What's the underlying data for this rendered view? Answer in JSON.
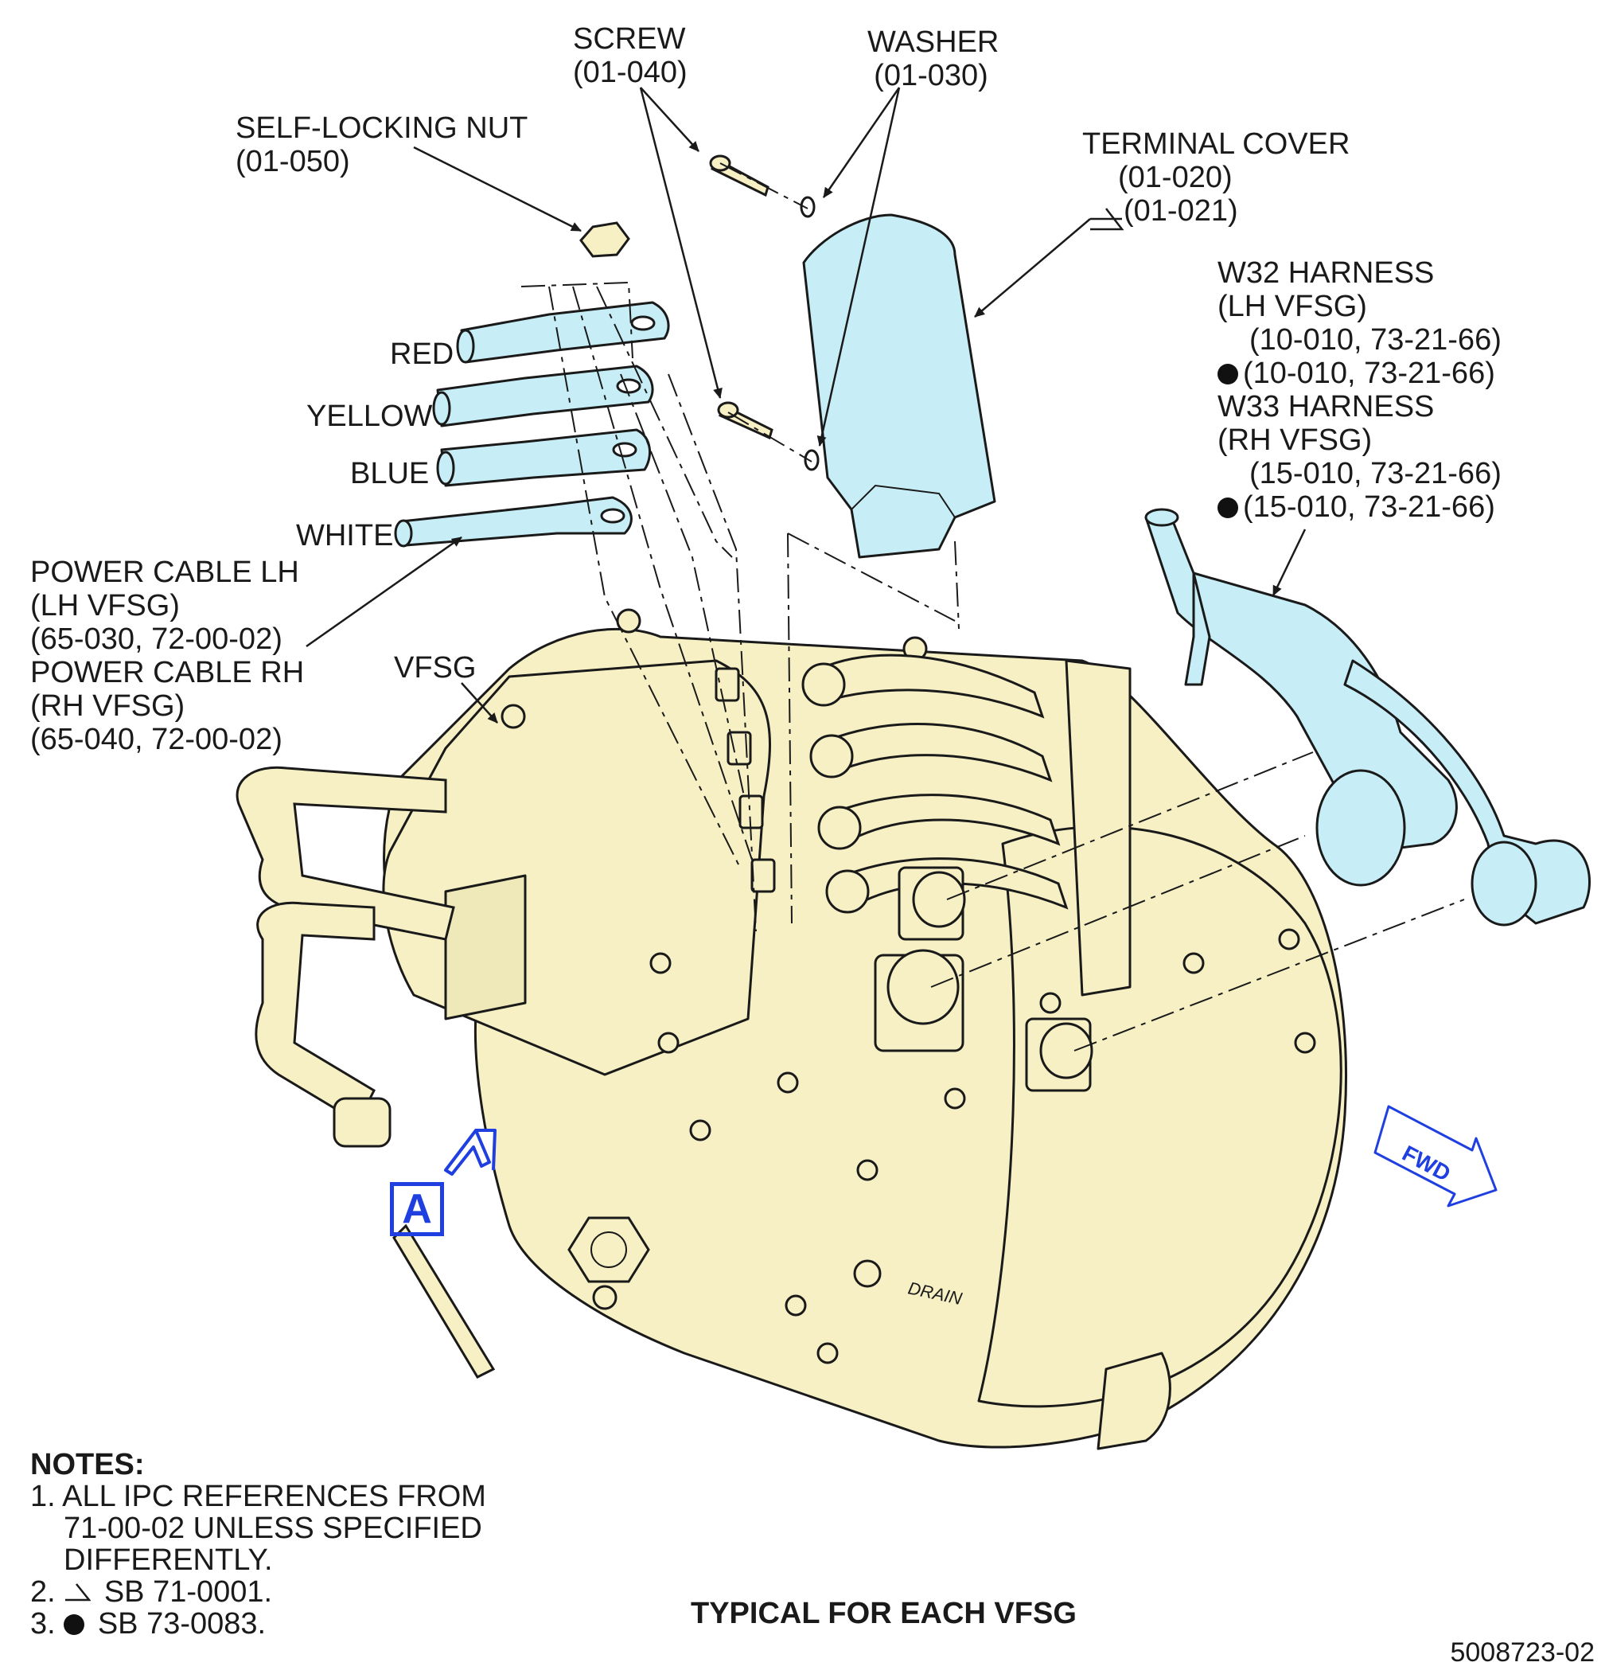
{
  "labels": {
    "screw": [
      "SCREW",
      "(01-040)"
    ],
    "washer": [
      "WASHER",
      "(01-030)"
    ],
    "self_locking_nut": [
      "SELF-LOCKING NUT",
      "(01-050)"
    ],
    "terminal_cover": [
      "TERMINAL COVER",
      "(01-020)",
      "(01-021)"
    ],
    "w32_harness": [
      "W32 HARNESS",
      "(LH VFSG)",
      "(10-010, 73-21-66)",
      "(10-010, 73-21-66)"
    ],
    "w33_harness": [
      "W33 HARNESS",
      "(RH VFSG)",
      "(15-010, 73-21-66)",
      "(15-010, 73-21-66)"
    ],
    "cables": {
      "red": "RED",
      "yellow": "YELLOW",
      "blue": "BLUE",
      "white": "WHITE"
    },
    "power_cable": [
      "POWER CABLE LH",
      "(LH VFSG)",
      "(65-030, 72-00-02)",
      "POWER CABLE RH",
      "(RH VFSG)",
      "(65-040, 72-00-02)"
    ],
    "vfsg": "VFSG",
    "view_callout": "A",
    "fwd": "FWD",
    "drain": "DRAIN"
  },
  "notes": {
    "title": "NOTES:",
    "items": [
      [
        "1. ALL IPC REFERENCES FROM",
        "71-00-02 UNLESS SPECIFIED",
        "DIFFERENTLY."
      ],
      [
        "2.",
        "SB 71-0001."
      ],
      [
        "3.",
        "SB 73-0083."
      ]
    ]
  },
  "caption": "TYPICAL FOR EACH VFSG",
  "doc_number": "5008723-02",
  "colors": {
    "generator_fill": "#f6f0c4",
    "cable_fill": "#c7eef6",
    "line": "#1a1a1a",
    "callout_blue": "#1f3fe0"
  }
}
